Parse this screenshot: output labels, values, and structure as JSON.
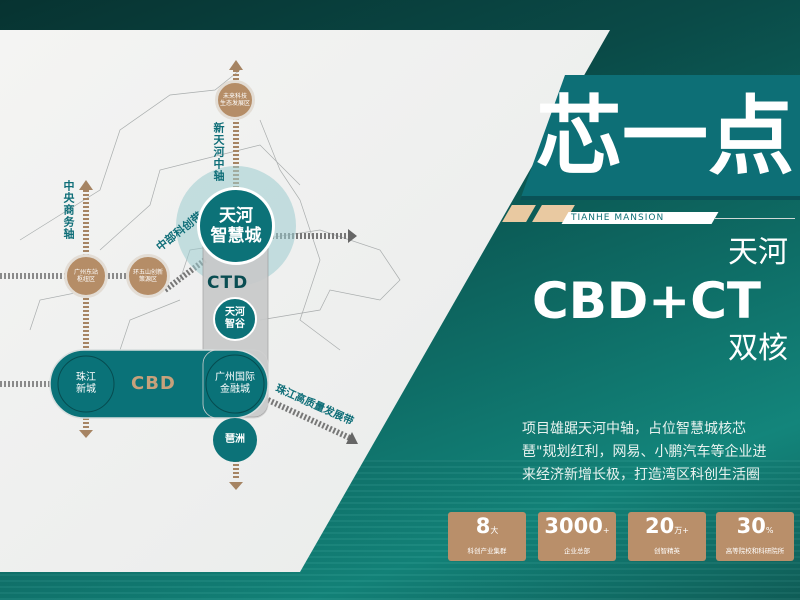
{
  "map": {
    "axes": {
      "central_business": "中央商务轴",
      "new_tianhe": "新天河中轴",
      "central_innovation": "中部科创带",
      "pearl_river": "珠江高质量发展带"
    },
    "nodes": {
      "future_tech": "未来科技\n生态发展区",
      "east_station": "广州东站\n枢纽区",
      "wushan": "环五山创新\n策源区",
      "smart_city": "天河\n智慧城",
      "valley": "天河\n智谷",
      "zhujiang": "珠江\n新城",
      "ifc": "广州国际\n金融城",
      "pazhou": "琶洲"
    },
    "ctd_label": "CTD",
    "cbd_label": "CBD"
  },
  "headline": {
    "title": "芯一点",
    "brand": "TIANHE MANSION",
    "line1": "天河",
    "line2": "CBD+CT",
    "line3": "双核"
  },
  "paragraph": [
    "项目雄踞天河中轴，占位智慧城核芯",
    "琶\"规划红利，网易、小鹏汽车等企业进",
    "来经济新增长极，打造湾区科创生活圈"
  ],
  "stats": [
    {
      "value": "8",
      "unit": "大",
      "label": "科创产业集群"
    },
    {
      "value": "3000",
      "unit": "+",
      "label": "企业总部"
    },
    {
      "value": "20",
      "unit": "万+",
      "label": "创智精英"
    },
    {
      "value": "30",
      "unit": "%",
      "label": "高等院校和科研院所"
    }
  ],
  "colors": {
    "teal": "#0c7278",
    "tan": "#b58d67",
    "background": "#0a4a47"
  }
}
